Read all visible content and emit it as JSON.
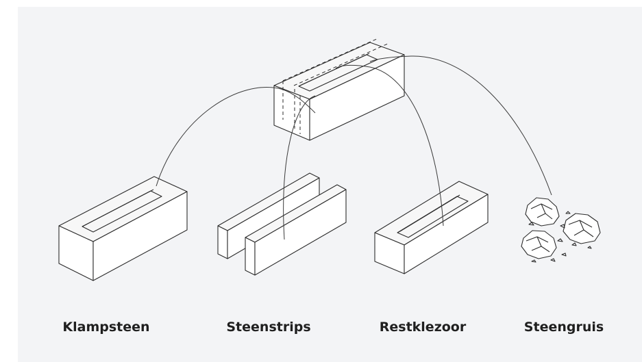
{
  "labels": {
    "klampsteen": "Klampsteen",
    "steenstrips": "Steenstrips",
    "restklezoor": "Restklezoor",
    "steengruis": "Steengruis"
  },
  "colors": {
    "background": "#f3f4f6",
    "line": "#2b2b2b",
    "text": "#1f1f1f"
  }
}
